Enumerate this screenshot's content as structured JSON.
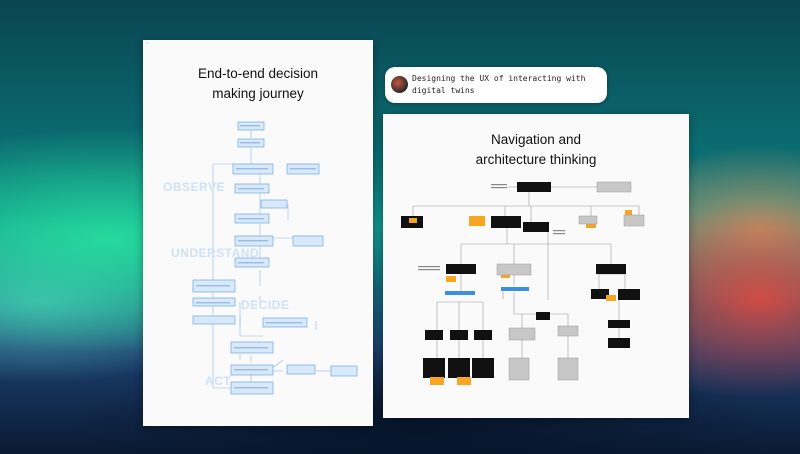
{
  "desktop": {
    "wallpaper": "teal-green and red gradient waves"
  },
  "board_left": {
    "frame_tag": "▭",
    "title_line1": "End-to-end decision",
    "title_line2": "making journey",
    "stages": [
      "OBSERVE",
      "UNDERSTAND",
      "DECIDE",
      "ACT"
    ]
  },
  "chat_bubble": {
    "text": "Designing the UX of interacting with digital twins"
  },
  "board_right": {
    "title_line1": "Navigation and",
    "title_line2": "architecture thinking"
  },
  "colors": {
    "flow_box_fill": "#d7e9fb",
    "flow_box_stroke": "#5b9bd8",
    "dark_node": "#111111",
    "orange_note": "#f6a623",
    "grey_node": "#c7c7c7",
    "blue_pill": "#3a8fe0"
  }
}
